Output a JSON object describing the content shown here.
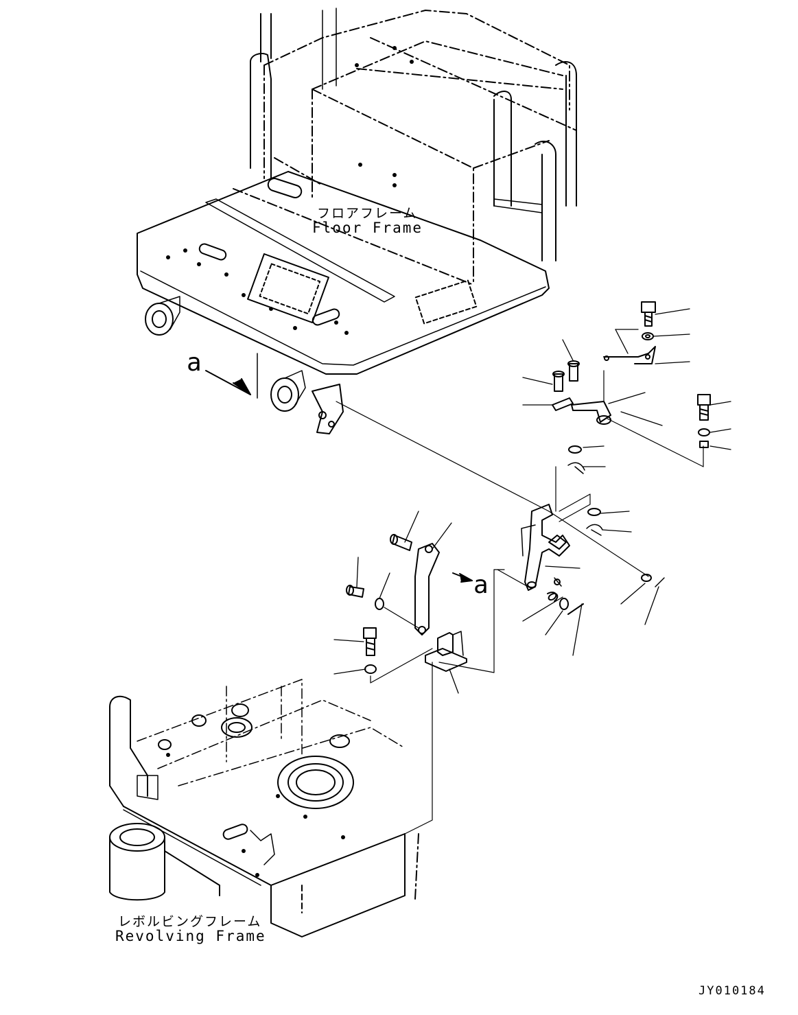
{
  "labels": {
    "floor_frame_jp": "フロアフレーム",
    "floor_frame_en": "Floor Frame",
    "revolving_frame_jp": "レボルビングフレーム",
    "revolving_frame_en": "Revolving Frame",
    "view_marker_top": "a",
    "view_marker_mid": "a",
    "drawing_code": "JY010184"
  }
}
